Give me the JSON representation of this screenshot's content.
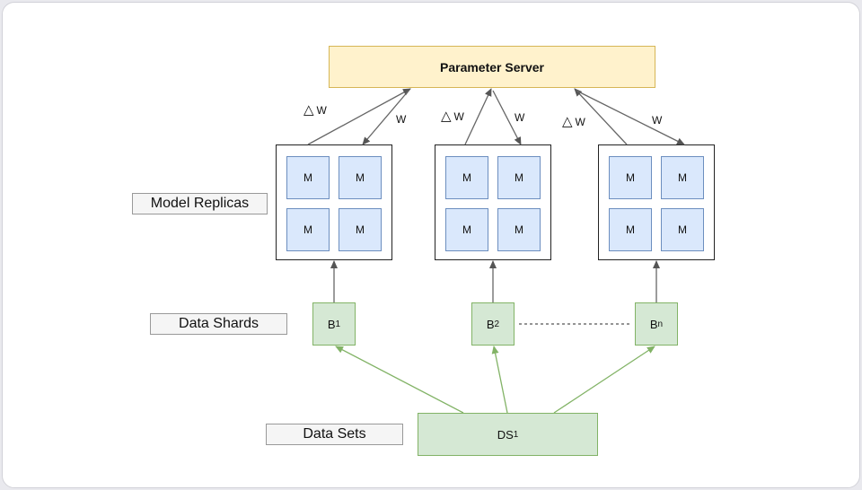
{
  "parameter_server": "Parameter Server",
  "row_labels": {
    "model_replicas": "Model Replicas",
    "data_shards": "Data Shards",
    "data_sets": "Data Sets"
  },
  "model_label": "M",
  "weight_labels": {
    "delta_glyph": "△",
    "w": "W"
  },
  "shards": [
    {
      "base": "B",
      "sub": "1"
    },
    {
      "base": "B",
      "sub": "2"
    },
    {
      "base": "B",
      "sub": "n"
    }
  ],
  "dataset": {
    "base": "DS",
    "sub": "1"
  },
  "colors": {
    "server_fill": "#fff2cc",
    "server_border": "#d6b656",
    "model_fill": "#dae8fc",
    "model_border": "#6c8ebf",
    "data_fill": "#d5e8d4",
    "data_border": "#82b366",
    "arrow_gray": "#666666",
    "arrow_green": "#82b366"
  }
}
